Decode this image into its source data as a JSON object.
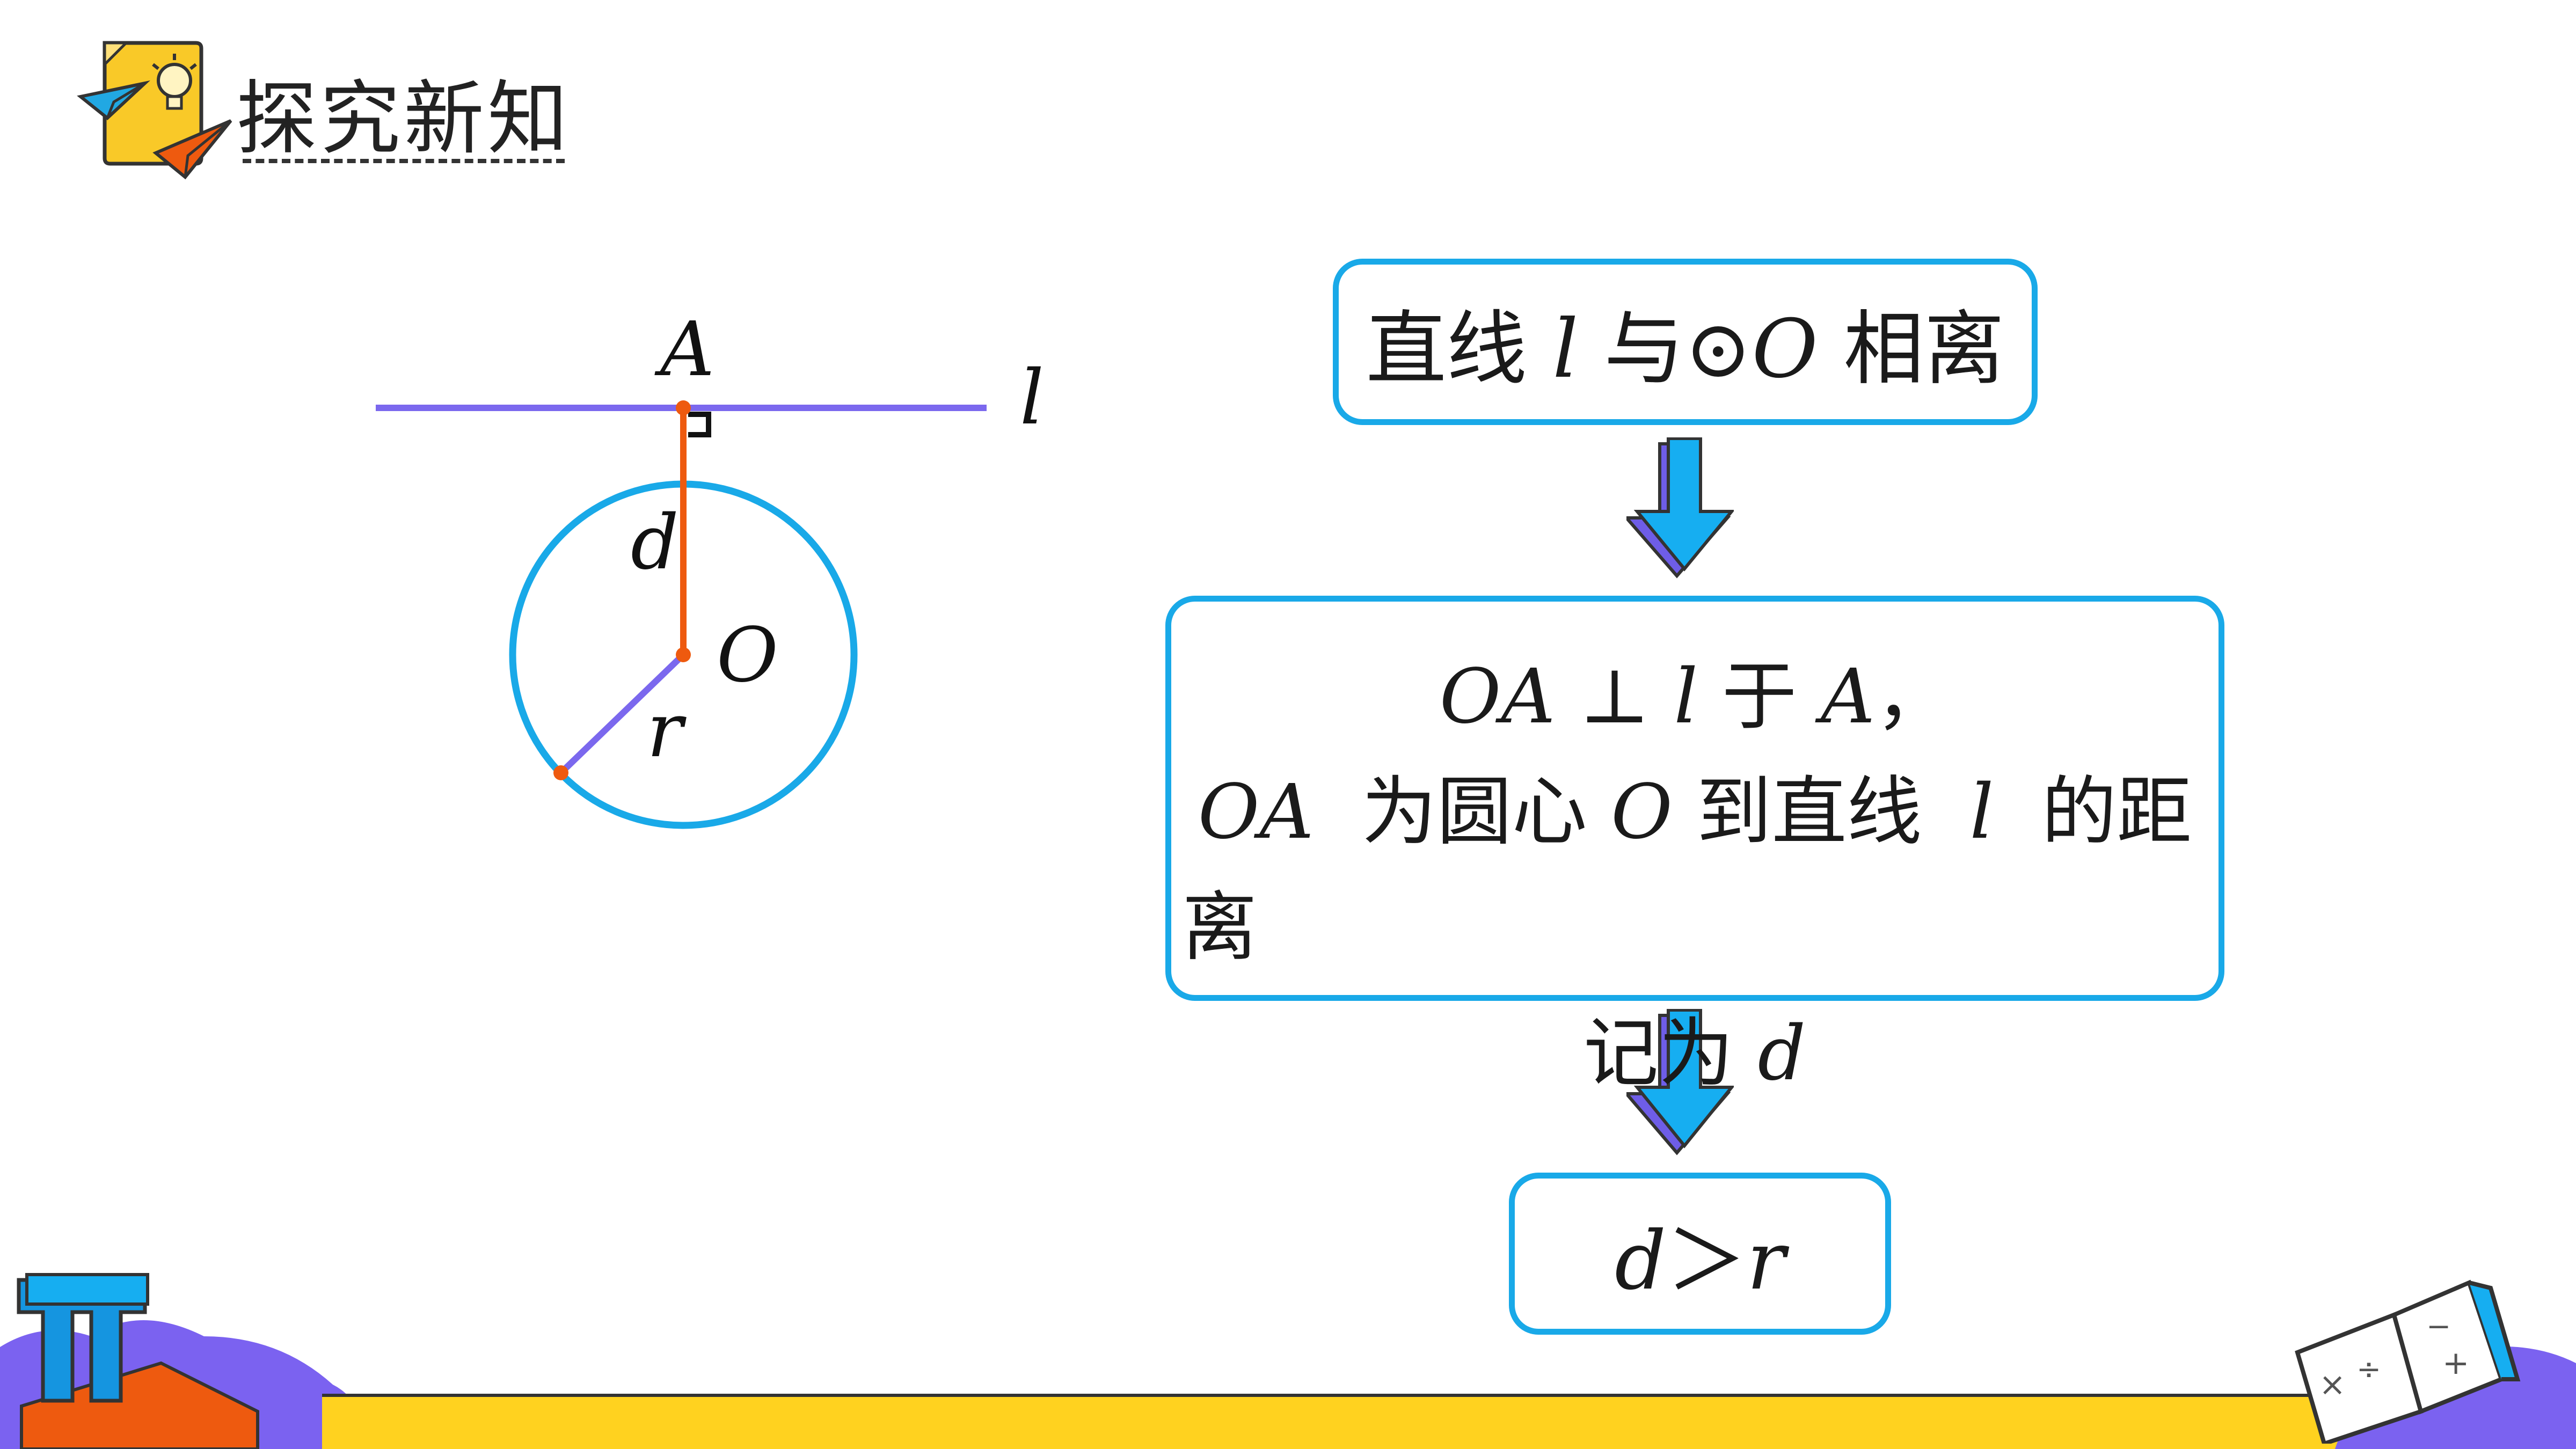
{
  "header": {
    "title": "探究新知"
  },
  "diagram": {
    "point_A": "A",
    "line_l": "l",
    "segment_d": "d",
    "center_O": "O",
    "radius_r": "r"
  },
  "flow": {
    "box1": {
      "pre": "直线 ",
      "l": "l",
      "mid": " 与⊙",
      "o": "O",
      "post": " 相离"
    },
    "box2": {
      "line1": {
        "oa": "OA",
        "perp": " ⊥ ",
        "l": "l",
        "yu": " 于 ",
        "a": "A",
        "comma": "，"
      },
      "line2": {
        "oa": "OA",
        "text1": "  为圆心 ",
        "o": "O",
        "text2": " 到直线  ",
        "l": "l",
        "text3": "  的距"
      },
      "line3": "离"
    },
    "overflow": {
      "text": "记为 ",
      "d": "d"
    },
    "box3": {
      "d": "d",
      "gt": "＞",
      "r": "r"
    }
  },
  "colors": {
    "accent_blue": "#19A9E8",
    "line_purple": "#7B68EE",
    "segment_orange": "#EE5A0F",
    "bottom_yellow": "#FFD21F",
    "arrow_purple": "#6E5DE7",
    "arrow_blue": "#16AEF1"
  },
  "icons": {
    "header_icon": "idea-note-paper-planes-icon",
    "pi_icon": "pi-symbol-icon",
    "book_icon": "math-book-icon"
  }
}
